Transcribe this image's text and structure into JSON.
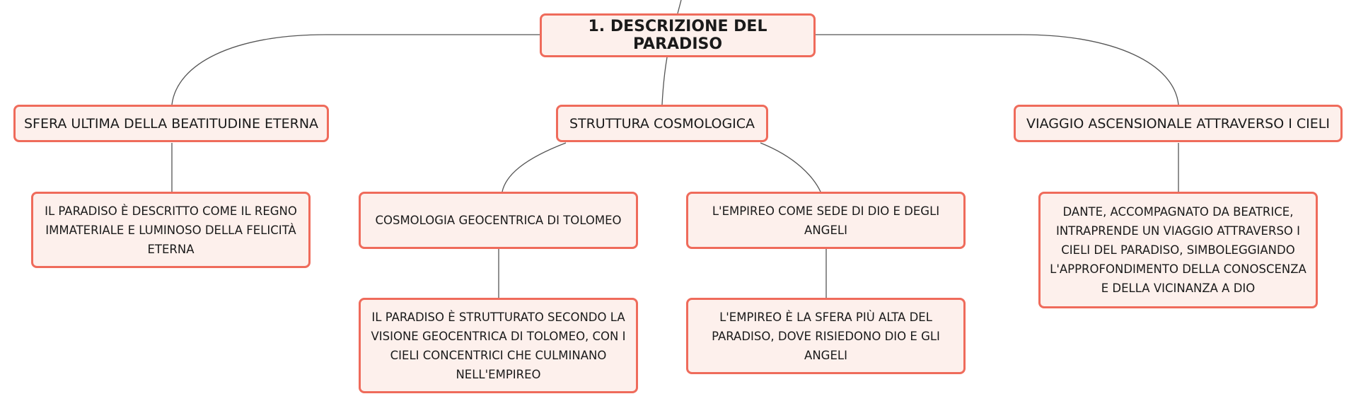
{
  "root": {
    "label": "1. DESCRIZIONE DEL PARADISO"
  },
  "branches": [
    {
      "label": "SFERA ULTIMA DELLA BEATITUDINE ETERNA",
      "children": [
        {
          "label": "IL PARADISO È DESCRITTO COME IL REGNO\nIMMATERIALE E LUMINOSO DELLA FELICITÀ\nETERNA"
        }
      ]
    },
    {
      "label": "STRUTTURA COSMOLOGICA",
      "children": [
        {
          "label": "COSMOLOGIA GEOCENTRICA DI TOLOMEO",
          "children": [
            {
              "label": "IL PARADISO È STRUTTURATO SECONDO LA\nVISIONE GEOCENTRICA DI TOLOMEO, CON I\nCIELI CONCENTRICI CHE CULMINANO\nNELL'EMPIREO"
            }
          ]
        },
        {
          "label": "L'EMPIREO COME SEDE DI DIO E DEGLI\nANGELI",
          "children": [
            {
              "label": "L'EMPIREO È LA SFERA PIÙ ALTA DEL\nPARADISO, DOVE RISIEDONO DIO E GLI\nANGELI"
            }
          ]
        }
      ]
    },
    {
      "label": "VIAGGIO ASCENSIONALE ATTRAVERSO I CIELI",
      "children": [
        {
          "label": "DANTE, ACCOMPAGNATO DA BEATRICE,\nINTRAPRENDE UN VIAGGIO ATTRAVERSO I\nCIELI DEL PARADISO, SIMBOLEGGIANDO\nL'APPROFONDIMENTO DELLA CONOSCENZA\nE DELLA VICINANZA A DIO"
        }
      ]
    }
  ],
  "colors": {
    "node_border": "#ef6b5b",
    "node_fill": "#fdf0ec",
    "connector": "#555555"
  }
}
